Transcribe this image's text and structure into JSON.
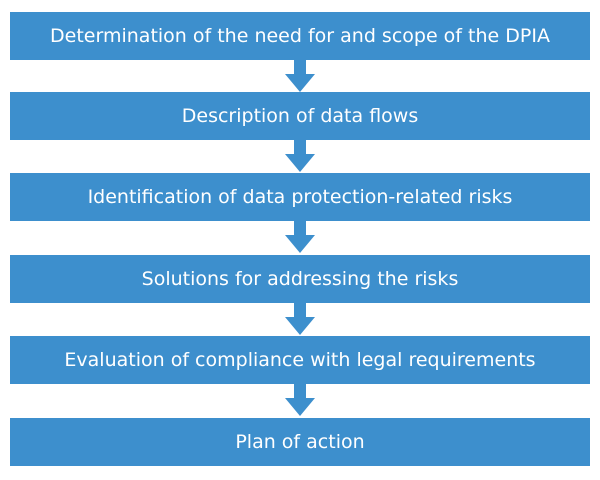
{
  "diagram": {
    "colors": {
      "box": "#3d8fcd",
      "arrow": "#3d8fcd",
      "text": "#ffffff"
    },
    "steps": [
      {
        "label": "Determination of the need for and scope of the DPIA"
      },
      {
        "label": "Description of data flows"
      },
      {
        "label": "Identification of data protection-related risks"
      },
      {
        "label": "Solutions for addressing the risks"
      },
      {
        "label": "Evaluation of compliance with legal requirements"
      },
      {
        "label": "Plan of action"
      }
    ]
  }
}
